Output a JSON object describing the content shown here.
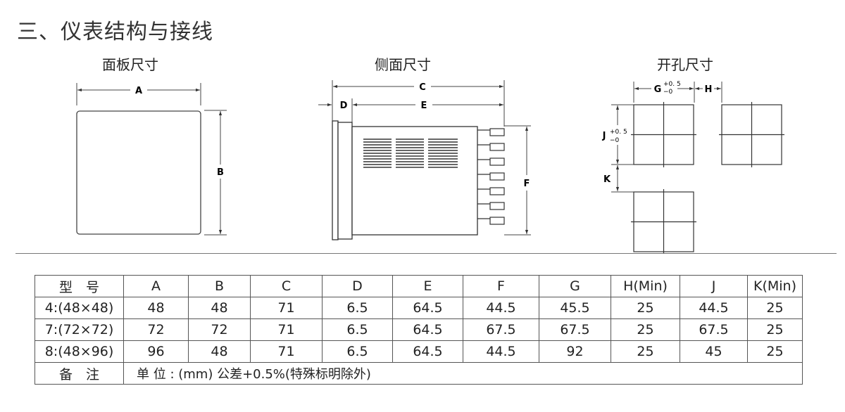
{
  "heading": "三、仪表结构与接线",
  "panel_view": {
    "title": "面板尺寸",
    "dim_a": "A",
    "dim_b": "B"
  },
  "side_view": {
    "title": "侧面尺寸",
    "dim_c": "C",
    "dim_d": "D",
    "dim_e": "E",
    "dim_f": "F"
  },
  "cutout_view": {
    "title": "开孔尺寸",
    "dim_g": "G",
    "dim_g_tol_plus": "+0. 5",
    "dim_g_tol_minus": "−0",
    "dim_h": "H",
    "dim_j": "J",
    "dim_j_tol_plus": "+0. 5",
    "dim_j_tol_minus": "−0",
    "dim_k": "K"
  },
  "table": {
    "headers": [
      "型　号",
      "A",
      "B",
      "C",
      "D",
      "E",
      "F",
      "G",
      "H(Min)",
      "J",
      "K(Min)"
    ],
    "rows": [
      [
        "4:(48×48)",
        "48",
        "48",
        "71",
        "6.5",
        "64.5",
        "44.5",
        "45.5",
        "25",
        "44.5",
        "25"
      ],
      [
        "7:(72×72)",
        "72",
        "72",
        "71",
        "6.5",
        "64.5",
        "67.5",
        "67.5",
        "25",
        "67.5",
        "25"
      ],
      [
        "8:(48×96)",
        "96",
        "48",
        "71",
        "6.5",
        "64.5",
        "44.5",
        "92",
        "25",
        "45",
        "25"
      ]
    ],
    "note_label": "备　注",
    "note_text": "单 位 : (mm)   公差+0.5%(特殊标明除外)"
  }
}
